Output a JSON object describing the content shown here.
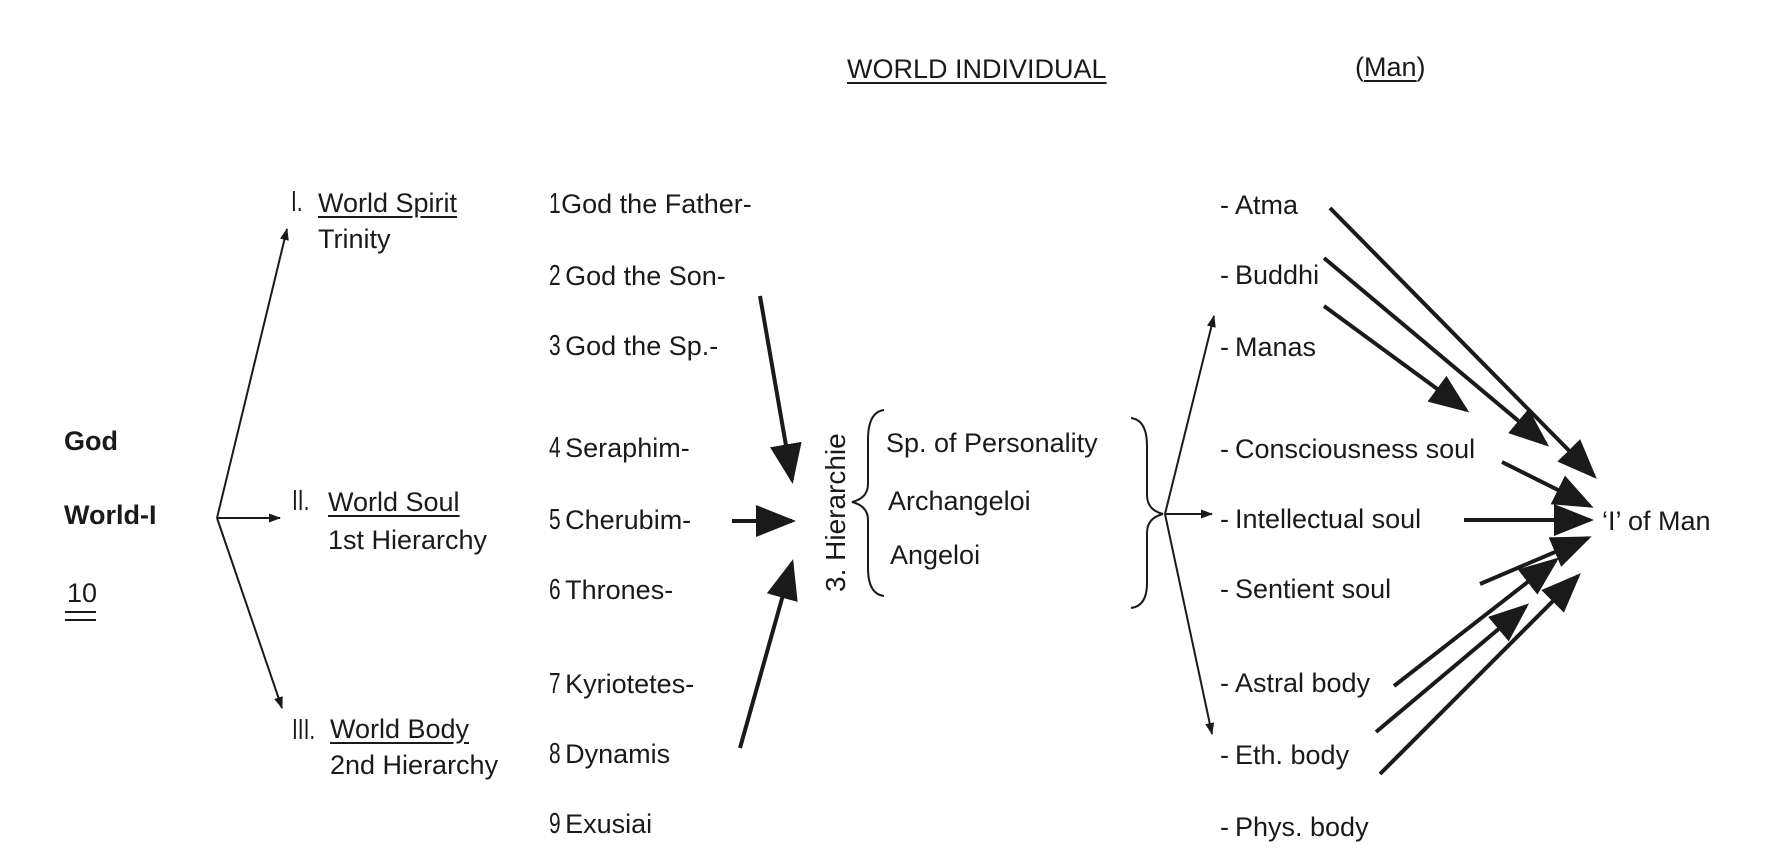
{
  "header": {
    "title": "WORLD INDIVIDUAL",
    "man_open": "(",
    "man_word": "Man",
    "man_close": ")"
  },
  "left": {
    "god": "God",
    "world_i": "World-I",
    "ten": "10"
  },
  "worlds": [
    {
      "numeral": "I.",
      "name": "World Spirit",
      "sub": "Trinity"
    },
    {
      "numeral": "II.",
      "name": "World Soul",
      "sub": "1st Hierarchy"
    },
    {
      "numeral": "III.",
      "name": "World Body",
      "sub": "2nd Hierarchy"
    }
  ],
  "beings": [
    {
      "num": "1",
      "name": "God the Father-"
    },
    {
      "num": "2",
      "name": "God the Son-"
    },
    {
      "num": "3",
      "name": "God the Sp.-"
    },
    {
      "num": "4",
      "name": "Seraphim-"
    },
    {
      "num": "5",
      "name": "Cherubim-"
    },
    {
      "num": "6",
      "name": "Thrones-"
    },
    {
      "num": "7",
      "name": "Kyriotetes-"
    },
    {
      "num": "8",
      "name": "Dynamis"
    },
    {
      "num": "9",
      "name": "Exusiai"
    }
  ],
  "third_hierarchy": {
    "label": "3. Hierarchie",
    "members": [
      "Sp. of Personality",
      "Archangeloi",
      "Angeloi"
    ]
  },
  "members_of_man": [
    "Atma",
    "Buddhi",
    "Manas",
    "Consciousness soul",
    "Intellectual soul",
    "Sentient soul",
    "Astral body",
    "Eth. body",
    "Phys. body"
  ],
  "target": "‘I’ of Man",
  "colors": {
    "ink": "#1a1a1a",
    "background": "#ffffff"
  }
}
